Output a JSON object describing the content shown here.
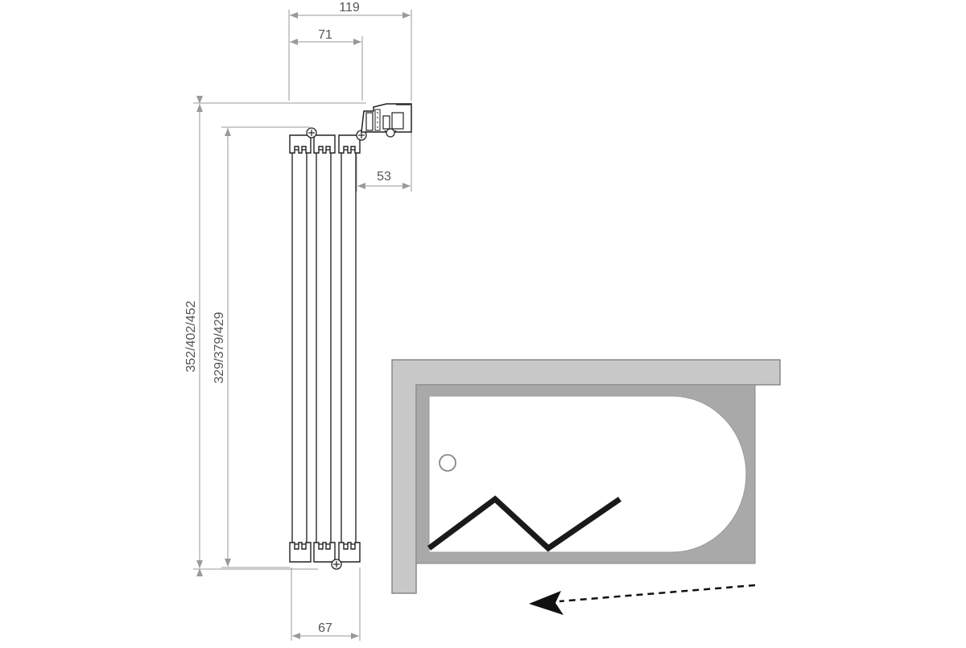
{
  "dimensions": {
    "top_width_total": "119",
    "top_width_inner": "71",
    "right_offset": "53",
    "bottom_width": "67",
    "outer_height": "352/402/452",
    "inner_height": "329/379/429"
  },
  "colors": {
    "line": "#9a9a9a",
    "text": "#555555",
    "profile_stroke": "#2a2a2a",
    "tub_frame_fill": "#c8c8c8",
    "tub_inner_fill": "#a9a9a9",
    "tub_stroke": "#888888",
    "door_stroke": "#1a1a1a",
    "motion_arrow": "#111111"
  },
  "icons": {
    "screw": "screw-icon",
    "direction": "direction-arrow-icon"
  }
}
